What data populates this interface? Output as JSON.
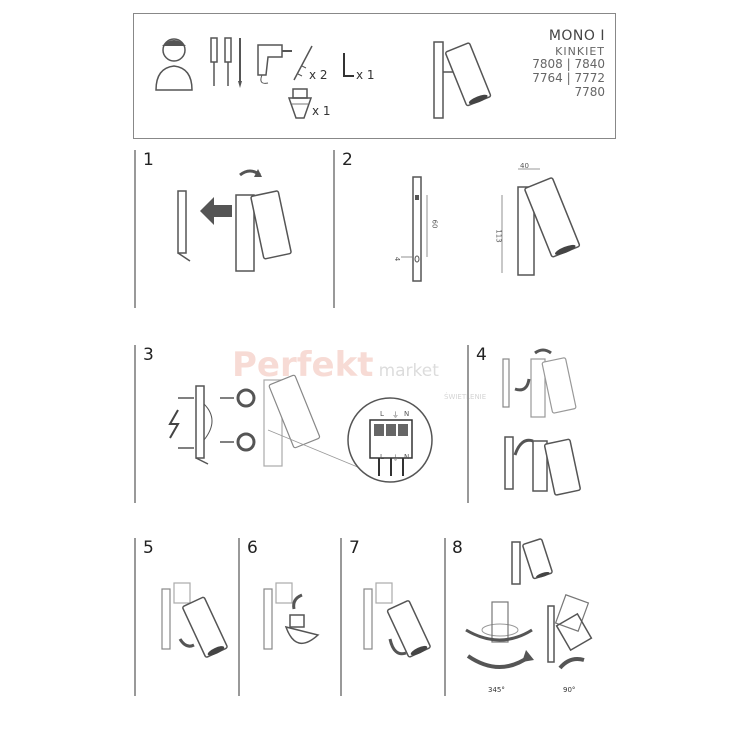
{
  "product": {
    "name": "MONO I",
    "type": "KINKIET",
    "codes": [
      "7808 | 7840",
      "7764 | 7772",
      "7780"
    ]
  },
  "tools": {
    "drill_bits_qty": "x 2",
    "hex_key_qty": "x 1",
    "bulb_qty": "x 1"
  },
  "steps": [
    "1",
    "2",
    "3",
    "4",
    "5",
    "6",
    "7",
    "8"
  ],
  "dimensions": {
    "width": "40",
    "height": "113",
    "spacing": "60",
    "hole": "4"
  },
  "wiring": {
    "terminals_top": [
      "L",
      "⏚",
      "N"
    ],
    "terminals_bottom": [
      "L",
      "⏚",
      "N"
    ]
  },
  "rotation": {
    "horizontal": "345°",
    "vertical": "90°"
  },
  "watermark": {
    "main": "Perfekt",
    "sub": "market",
    "tag": "ŚWIETLENIE"
  },
  "colors": {
    "line": "#555555",
    "arrow": "#555555",
    "frame": "#999999"
  }
}
